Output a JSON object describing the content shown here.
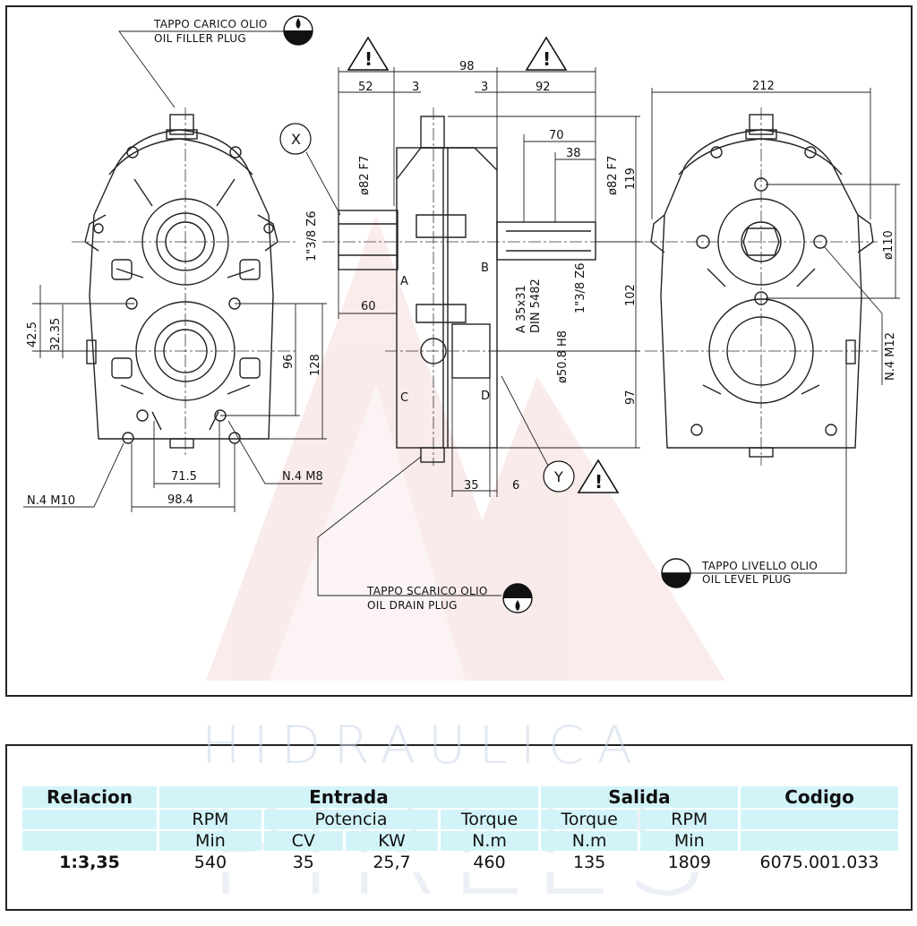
{
  "drawing": {
    "callouts": {
      "filler_it": "TAPPO CARICO OLIO",
      "filler_en": "OIL FILLER PLUG",
      "drain_it": "TAPPO SCARICO OLIO",
      "drain_en": "OIL DRAIN PLUG",
      "level_it": "TAPPO LIVELLO OLIO",
      "level_en": "OIL LEVEL PLUG",
      "x": "X",
      "y": "Y"
    },
    "left_view": {
      "d42_5": "42.5",
      "d32_35": "32.35",
      "d96": "96",
      "d128": "128",
      "d71_5": "71.5",
      "d98_4": "98.4",
      "m10": "N.4 M10",
      "m8": "N.4 M8"
    },
    "side_view": {
      "d98": "98",
      "d52": "52",
      "d3a": "3",
      "d3b": "3",
      "d92": "92",
      "d70": "70",
      "d38": "38",
      "d82a": "ø82 F7",
      "d82b": "ø82 F7",
      "d119": "119",
      "d102": "102",
      "d97": "97",
      "d60": "60",
      "d35": "35",
      "d6": "6",
      "shaft_in": "1\"3/8 Z6",
      "shaft_out": "1\"3/8 Z6",
      "spline": "A 35x31",
      "din": "DIN 5482",
      "bore": "ø50.8 H8",
      "la": "A",
      "lb": "B",
      "lc": "C",
      "ld": "D"
    },
    "right_view": {
      "d212": "212",
      "d110": "ø110",
      "m12": "N.4 M12"
    }
  },
  "watermark": {
    "line1": "HIDRAULICA",
    "line2": "PIRLES"
  },
  "table": {
    "headers": {
      "relacion": "Relacion",
      "entrada": "Entrada",
      "salida": "Salida",
      "codigo": "Codigo"
    },
    "sub1": {
      "rpm": "RPM",
      "potencia": "Potencia",
      "torque_in": "Torque",
      "torque_out": "Torque",
      "rpm_out": "RPM"
    },
    "sub2": {
      "min": "Min",
      "cv": "CV",
      "kw": "KW",
      "nm_in": "N.m",
      "nm_out": "N.m",
      "min_out": "Min"
    },
    "row": {
      "ratio": "1:3,35",
      "rpm": "540",
      "cv": "35",
      "kw": "25,7",
      "torque_in": "460",
      "torque_out": "135",
      "rpm_out": "1809",
      "code": "6075.001.033"
    }
  },
  "colors": {
    "header_fill": "#d2f4f8",
    "watermark": "#c9d6e6",
    "bg_triangle": "#f6dede"
  }
}
